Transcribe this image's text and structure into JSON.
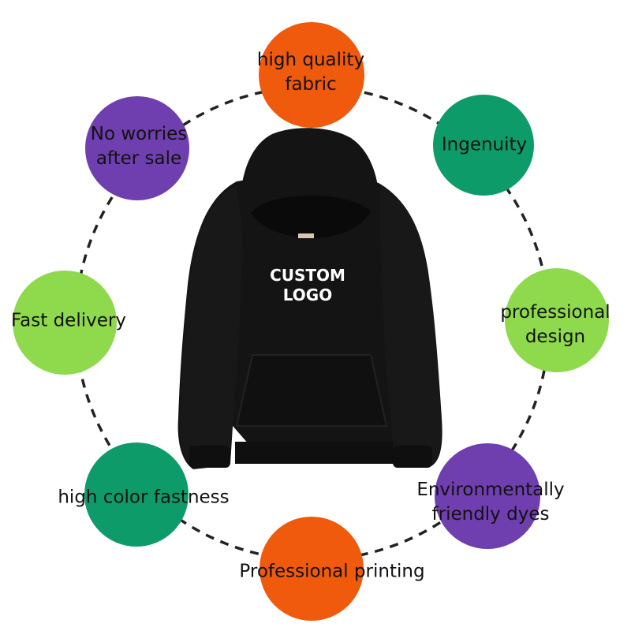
{
  "colors": {
    "orange": "#ef5a0c",
    "green_dark": "#0e9b6a",
    "green_light": "#8fd94c",
    "purple": "#6f3fb0",
    "hoodie": "#141414",
    "ring_line": "#222222"
  },
  "features": [
    {
      "id": "top",
      "lines": [
        "high quality",
        "fabric"
      ],
      "color": "orange"
    },
    {
      "id": "top-right",
      "lines": [
        "Ingenuity"
      ],
      "color": "green_dark"
    },
    {
      "id": "right",
      "lines": [
        "professional",
        "design"
      ],
      "color": "green_light"
    },
    {
      "id": "bottom-right",
      "lines": [
        "Environmentally",
        "friendly dyes"
      ],
      "color": "purple"
    },
    {
      "id": "bottom",
      "lines": [
        "Professional printing"
      ],
      "color": "orange"
    },
    {
      "id": "bottom-left",
      "lines": [
        "high color fastness"
      ],
      "color": "green_dark"
    },
    {
      "id": "left",
      "lines": [
        "Fast delivery"
      ],
      "color": "green_light"
    },
    {
      "id": "top-left",
      "lines": [
        "No worries",
        "after sale"
      ],
      "color": "purple"
    }
  ],
  "product": {
    "logo_line1": "CUSTOM",
    "logo_line2": "LOGO",
    "icon": "hoodie-icon"
  }
}
